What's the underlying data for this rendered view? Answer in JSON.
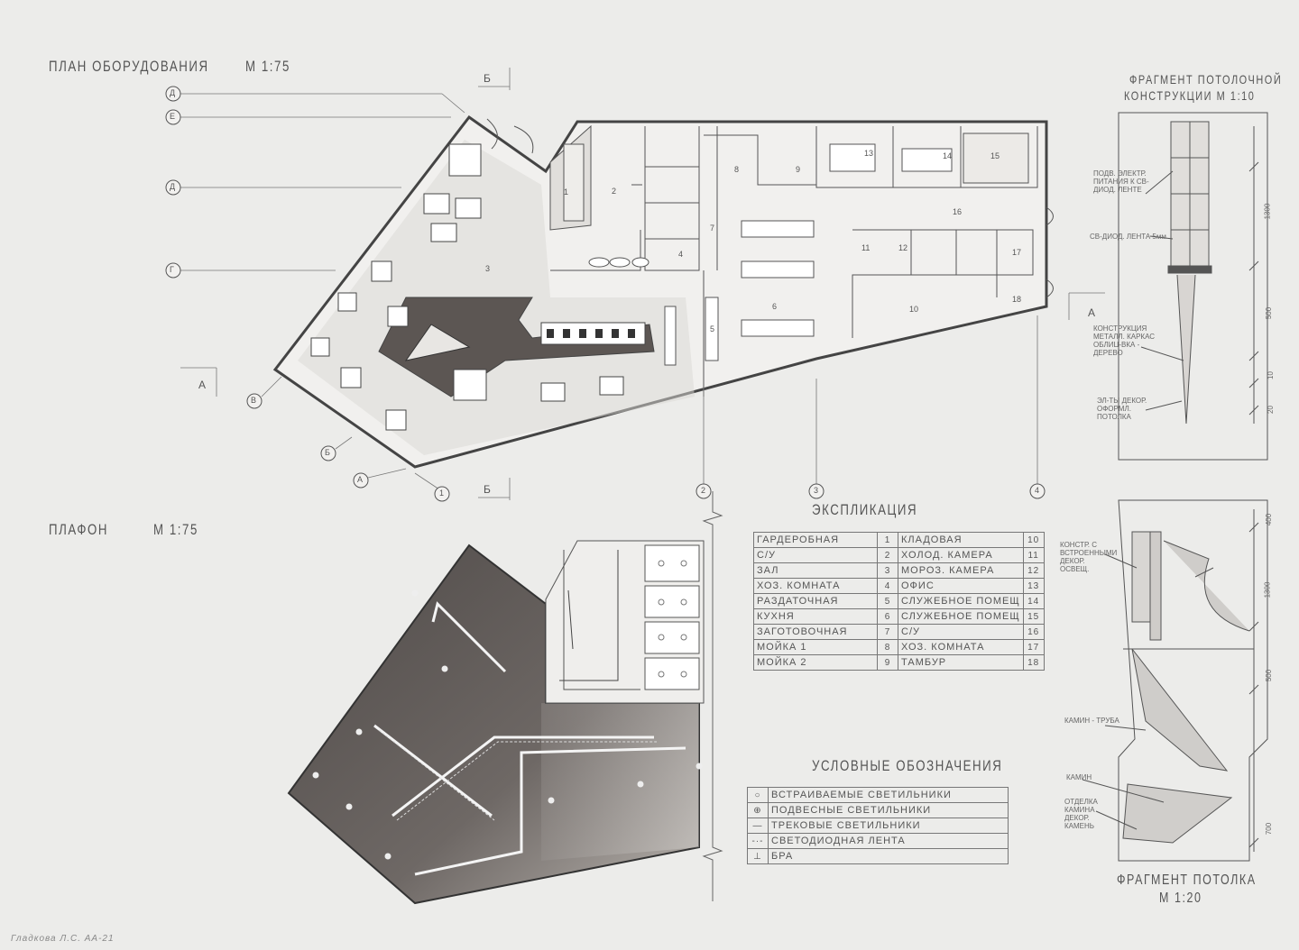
{
  "titles": {
    "equipment_plan": "ПЛАН ОБОРУДОВАНИЯ",
    "equipment_plan_scale": "М 1:75",
    "ceiling_plan": "ПЛАФОН",
    "ceiling_plan_scale": "М 1:75",
    "ceiling_construction": "ФРАГМЕНТ ПОТОЛОЧНОЙ",
    "ceiling_construction_2": "КОНСТРУКЦИИ  М 1:10",
    "ceiling_fragment": "ФРАГМЕНТ ПОТОЛКА",
    "ceiling_fragment_scale": "М 1:20",
    "explication": "ЭКСПЛИКАЦИЯ",
    "legend": "УСЛОВНЫЕ ОБОЗНАЧЕНИЯ"
  },
  "section_marks": {
    "b": "Б",
    "a": "А"
  },
  "axes_letters": [
    "Д",
    "Е",
    "Д",
    "Г",
    "В",
    "Б",
    "А"
  ],
  "axes_numbers": [
    "1",
    "2",
    "3",
    "4"
  ],
  "room_numbers": [
    "1",
    "2",
    "3",
    "4",
    "5",
    "6",
    "7",
    "8",
    "9",
    "10",
    "11",
    "12",
    "13",
    "14",
    "15",
    "16",
    "17",
    "18"
  ],
  "explication": [
    [
      "ГАРДЕРОБНАЯ",
      "1",
      "КЛАДОВАЯ",
      "10"
    ],
    [
      "С/У",
      "2",
      "ХОЛОД. КАМЕРА",
      "11"
    ],
    [
      "ЗАЛ",
      "3",
      "МОРОЗ. КАМЕРА",
      "12"
    ],
    [
      "ХОЗ. КОМНАТА",
      "4",
      "ОФИС",
      "13"
    ],
    [
      "РАЗДАТОЧНАЯ",
      "5",
      "СЛУЖЕБНОЕ ПОМЕЩ",
      "14"
    ],
    [
      "КУХНЯ",
      "6",
      "СЛУЖЕБНОЕ ПОМЕЩ",
      "15"
    ],
    [
      "ЗАГОТОВОЧНАЯ",
      "7",
      "С/У",
      "16"
    ],
    [
      "МОЙКА 1",
      "8",
      "ХОЗ. КОМНАТА",
      "17"
    ],
    [
      "МОЙКА 2",
      "9",
      "ТАМБУР",
      "18"
    ]
  ],
  "legend": [
    {
      "symbol": "○",
      "label": "ВСТРАИВАЕМЫЕ СВЕТИЛЬНИКИ"
    },
    {
      "symbol": "⊕",
      "label": "ПОДВЕСНЫЕ СВЕТИЛЬНИКИ"
    },
    {
      "symbol": "—",
      "label": "ТРЕКОВЫЕ СВЕТИЛЬНИКИ"
    },
    {
      "symbol": "-·-",
      "label": "СВЕТОДИОДНАЯ ЛЕНТА"
    },
    {
      "symbol": "⊥",
      "label": "БРА"
    }
  ],
  "construction_notes": {
    "n1": "ПОДВ. ЭЛЕКТР. ПИТАНИЯ К СВ-ДИОД. ЛЕНТЕ",
    "n2": "СВ-ДИОД. ЛЕНТА 5мм",
    "n3": "КОНСТРУКЦИЯ МЕТАЛЛ. КАРКАС ОБЛИЦ-ВКА - ДЕРЕВО",
    "n4": "ЭЛ-ТЫ ДЕКОР. ОФОРМЛ. ПОТОЛКА",
    "n5": "КОНСТР. С ВСТРОЕННЫМИ ДЕКОР. ОСВЕЩ.",
    "n6": "КАМИН - ТРУБА",
    "n7": "КАМИН",
    "n8": "ОТДЕЛКА КАМИНА ДЕКОР. КАМЕНЬ"
  },
  "dimensions_top": [
    "1300",
    "500",
    "10",
    "20"
  ],
  "dimensions_bottom": [
    "400",
    "1300",
    "500",
    "700"
  ],
  "signature": "Гладкова Л.С. АА-21",
  "colors": {
    "paper": "#ececea",
    "line": "#555555",
    "dark_fill": "#6b6562",
    "hatch": "#777070"
  }
}
